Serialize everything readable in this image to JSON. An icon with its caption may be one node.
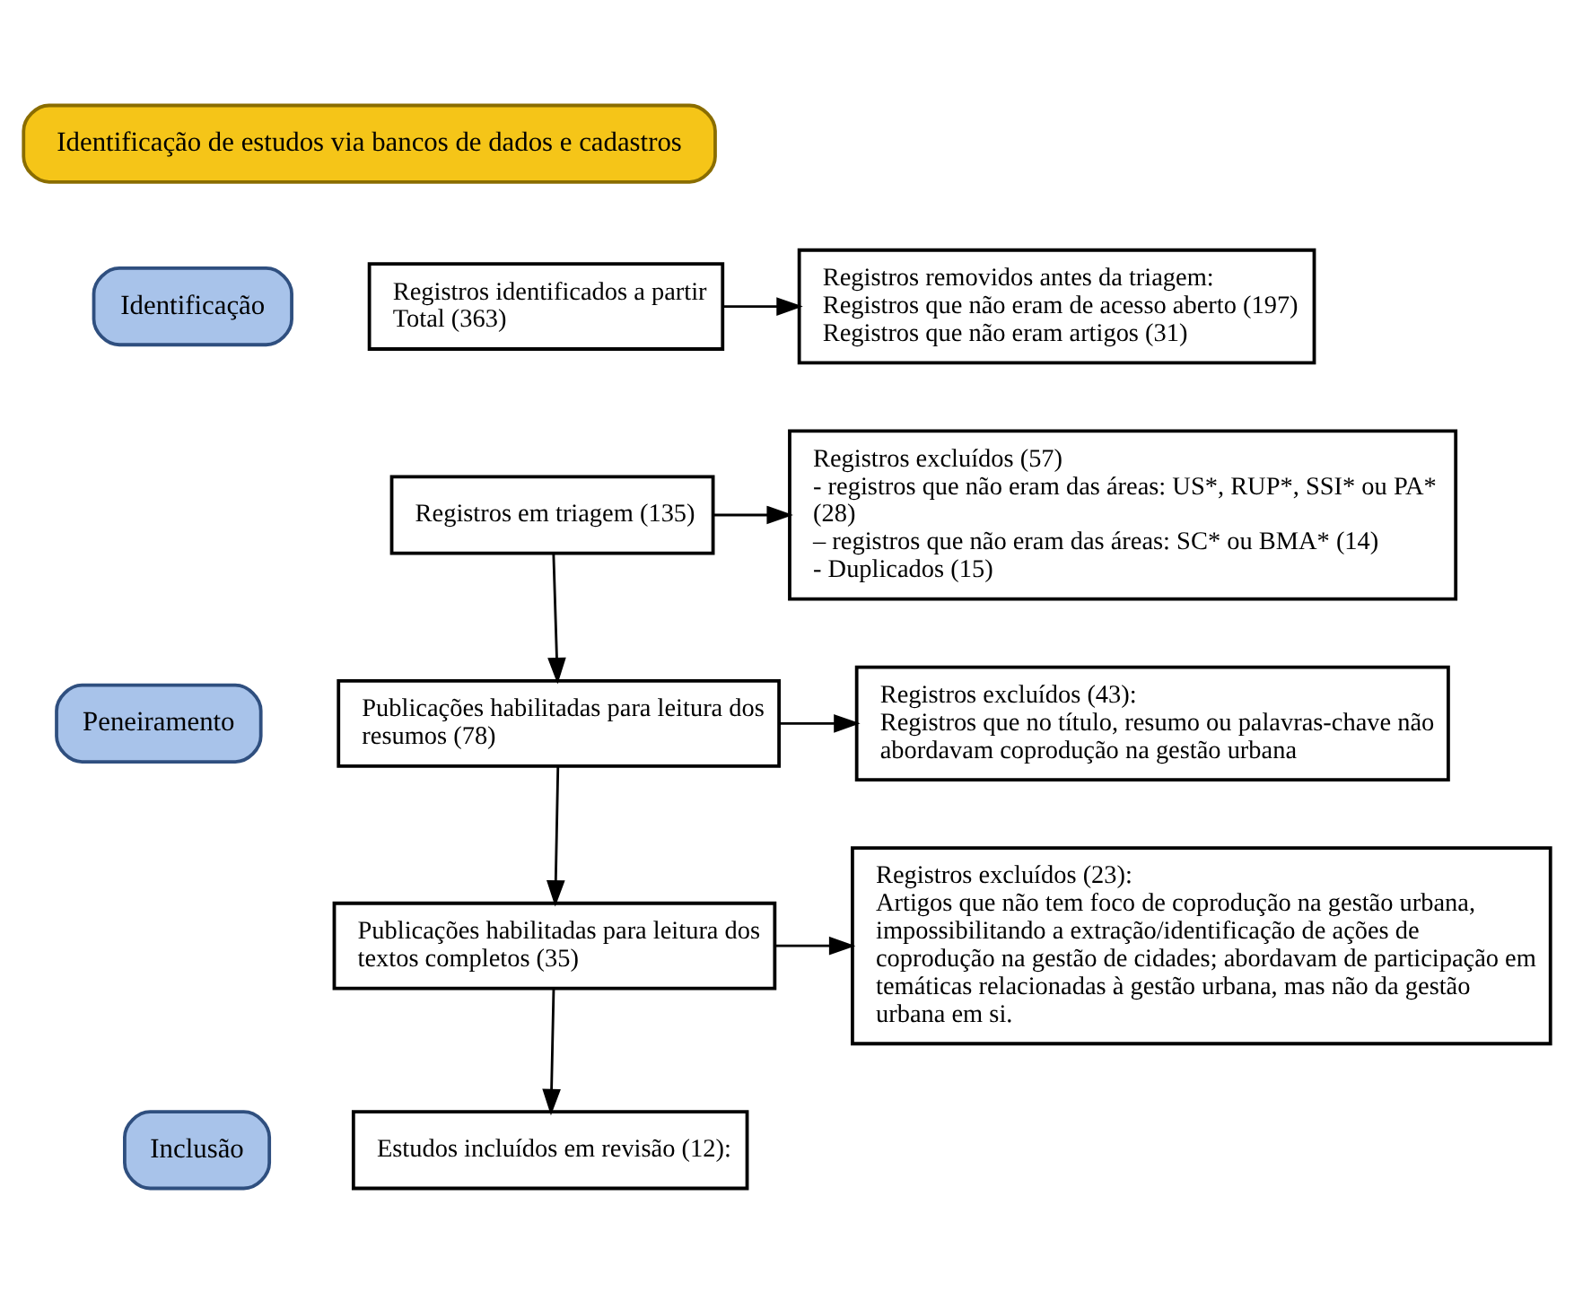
{
  "diagram": {
    "nodes": [
      {
        "text": [
          "Identificação de estudos via bancos de dados e cadastros"
        ]
      },
      {
        "text": [
          "Identificação"
        ]
      },
      {
        "text": [
          "Peneiramento"
        ]
      },
      {
        "text": [
          "Inclusão"
        ]
      },
      {
        "text": [
          "Registros identificados a partir",
          "Total (363)"
        ]
      },
      {
        "text": [
          "Registros removidos antes da triagem:",
          "Registros que não eram de acesso aberto (197)",
          "Registros que não eram artigos (31)"
        ]
      },
      {
        "text": [
          "Registros em triagem (135)"
        ]
      },
      {
        "text": [
          "Registros excluídos (57)",
          "- registros que não eram das áreas: US*, RUP*, SSI* ou PA* (28)",
          "– registros que não eram das áreas: SC* ou BMA* (14)",
          "- Duplicados (15)"
        ]
      },
      {
        "text": [
          "Publicações habilitadas para leitura dos resumos (78)"
        ]
      },
      {
        "text": [
          "Registros excluídos (43):",
          "Registros que no título, resumo ou palavras-chave não abordavam coprodução na gestão urbana"
        ]
      },
      {
        "text": [
          "Publicações habilitadas para leitura dos textos completos (35)"
        ]
      },
      {
        "text": [
          "Registros excluídos (23):",
          "Artigos que não tem foco de coprodução na gestão urbana, impossibilitando a extração/identificação de ações de coprodução na gestão de cidades; abordavam de participação em temáticas relacionadas à gestão urbana, mas não da gestão urbana em si."
        ]
      },
      {
        "text": [
          "Estudos incluídos em revisão (12):"
        ]
      }
    ],
    "edges": [
      {
        "from": 4,
        "to": 5,
        "arrow": "to"
      },
      {
        "from": 6,
        "to": 7,
        "arrow": "to"
      },
      {
        "from": 6,
        "to": 8,
        "arrow": "to"
      },
      {
        "from": 8,
        "to": 9,
        "arrow": "to"
      },
      {
        "from": 8,
        "to": 10,
        "arrow": "to"
      },
      {
        "from": 10,
        "to": 11,
        "arrow": "to"
      },
      {
        "from": 10,
        "to": 12,
        "arrow": "to"
      }
    ]
  }
}
